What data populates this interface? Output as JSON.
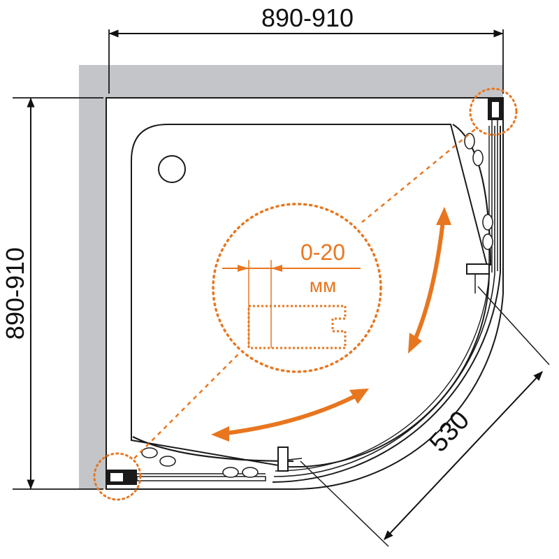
{
  "dimensions": {
    "top_width": "890-910",
    "left_height": "890-910",
    "door_opening": "530"
  },
  "adjustment": {
    "range": "0-20",
    "unit": "мм"
  },
  "colors": {
    "accent": "#e8761f",
    "wall": "#c3c5c8",
    "line": "#1a1a1a"
  },
  "icons": {
    "door_arrows": "double-headed-arc-arrow",
    "detail_callout": "dotted-circle-callout"
  }
}
